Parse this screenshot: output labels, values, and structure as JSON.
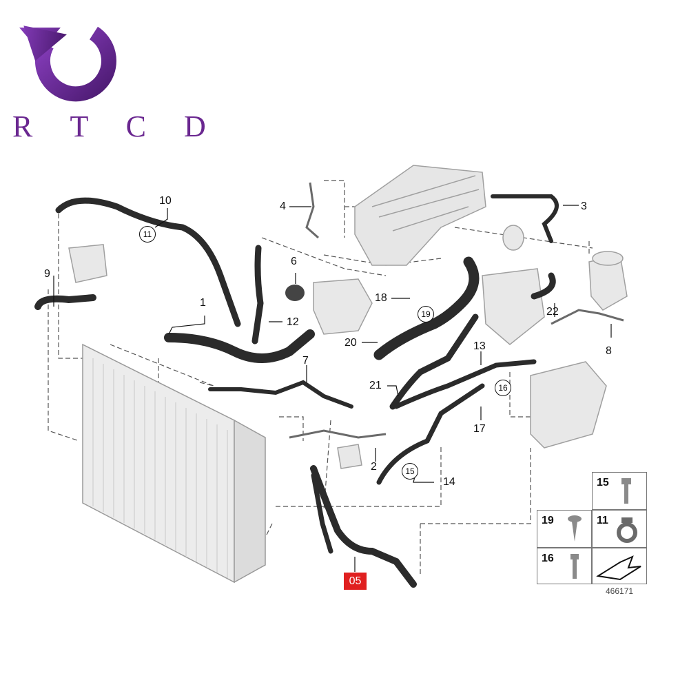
{
  "brand": {
    "text": "R T C D",
    "color": "#6a2790"
  },
  "figure_number": "466171",
  "highlight_label": "05",
  "callouts": {
    "c1": "1",
    "c2": "2",
    "c3": "3",
    "c4": "4",
    "c5": "5",
    "c6": "6",
    "c7": "7",
    "c8": "8",
    "c9": "9",
    "c10": "10",
    "c11": "11",
    "c12": "12",
    "c13": "13",
    "c14": "14",
    "c15": "15",
    "c16": "16",
    "c17": "17",
    "c18": "18",
    "c19": "19",
    "c20": "20",
    "c21": "21",
    "c22": "22"
  },
  "legend": {
    "l15": "15",
    "l19": "19",
    "l11": "11",
    "l16": "16"
  },
  "colors": {
    "hose": "#2b2b2b",
    "part_fill": "#e4e4e4",
    "part_stroke": "#9a9a9a",
    "accent": "#e02020"
  }
}
